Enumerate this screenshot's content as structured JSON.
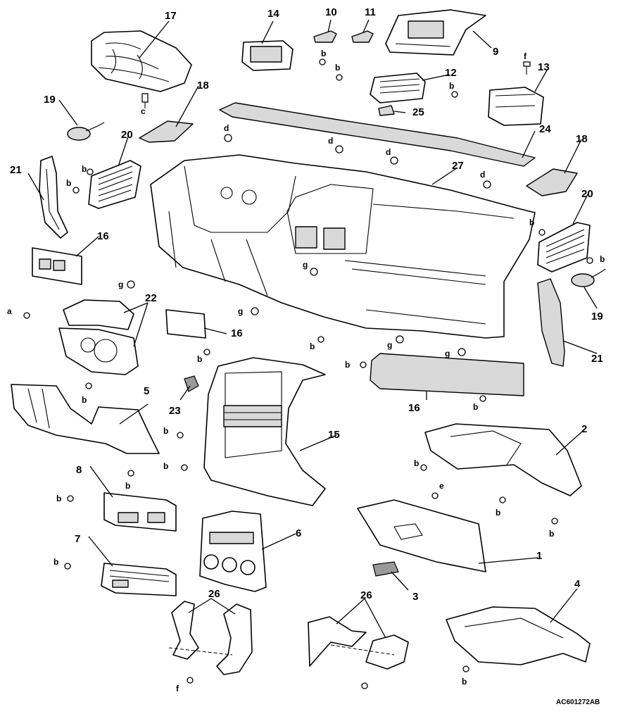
{
  "diagram_code": "AC601272AB",
  "part_numbers": {
    "p1": "1",
    "p2": "2",
    "p3": "3",
    "p4": "4",
    "p5": "5",
    "p6": "6",
    "p7": "7",
    "p8": "8",
    "p9": "9",
    "p10": "10",
    "p11": "11",
    "p12": "12",
    "p13": "13",
    "p14": "14",
    "p15": "15",
    "p16": "16",
    "p17": "17",
    "p18": "18",
    "p19": "19",
    "p20": "20",
    "p21": "21",
    "p22": "22",
    "p23": "23",
    "p24": "24",
    "p25": "25",
    "p26": "26",
    "p27": "27"
  },
  "fastener_letters": {
    "a": "a",
    "b": "b",
    "c": "c",
    "d": "d",
    "e": "e",
    "f": "f",
    "g": "g"
  }
}
